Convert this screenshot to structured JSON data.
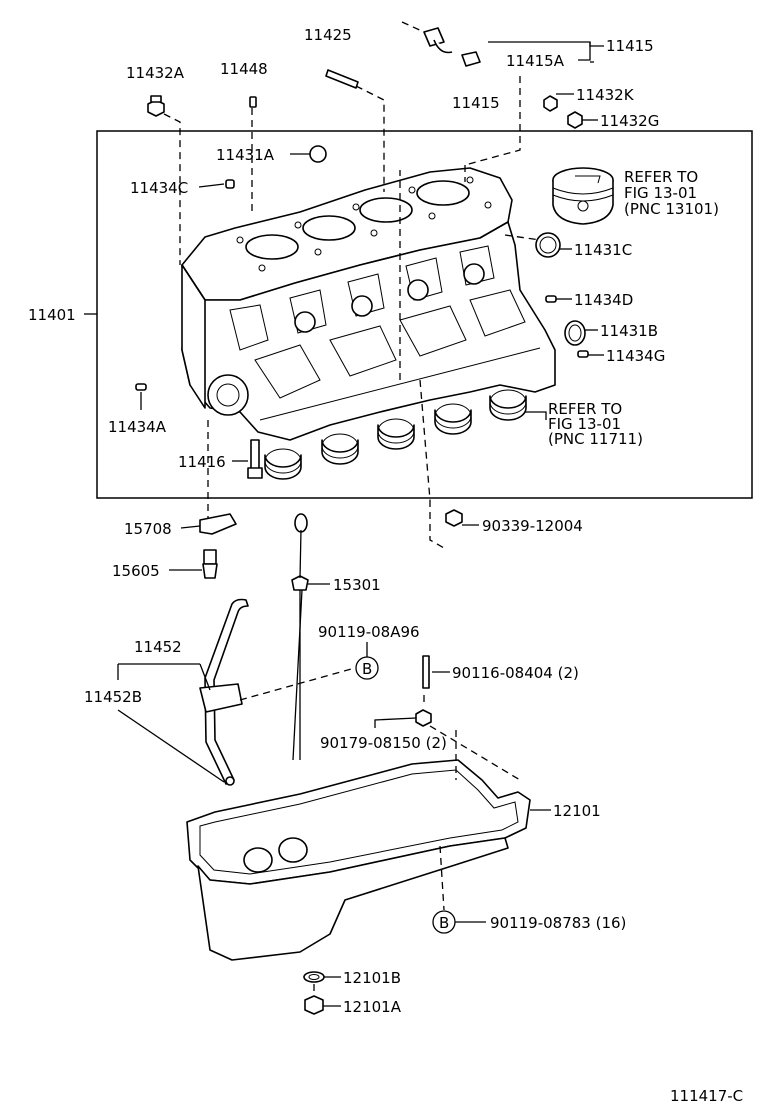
{
  "labels": {
    "p11425": "11425",
    "p11432A": "11432A",
    "p11448": "11448",
    "p11415_top": "11415",
    "p11415A": "11415A",
    "p11415_mid": "11415",
    "p11432K": "11432K",
    "p11432G": "11432G",
    "p11431A": "11431A",
    "p11434C": "11434C",
    "refer1_l1": "REFER TO",
    "refer1_l2": "FIG 13-01",
    "refer1_l3": "(PNC 13101)",
    "p11431C": "11431C",
    "p11401": "11401",
    "p11434D": "11434D",
    "p11431B": "11431B",
    "p11434G": "11434G",
    "refer2_l1": "REFER TO",
    "refer2_l2": "FIG 13-01",
    "refer2_l3": "(PNC 11711)",
    "p11434A": "11434A",
    "p11416": "11416",
    "p15708": "15708",
    "p90339": "90339-12004",
    "p15605": "15605",
    "p15301": "15301",
    "p90119_08A96": "90119-08A96",
    "circleB_1": "B",
    "p11452": "11452",
    "p90116": "90116-08404 (2)",
    "p11452B": "11452B",
    "p90179": "90179-08150 (2)",
    "p12101": "12101",
    "circleB_2": "B",
    "p90119_08783": "90119-08783 (16)",
    "p12101B": "12101B",
    "p12101A": "12101A",
    "figure_id": "111417-C"
  }
}
